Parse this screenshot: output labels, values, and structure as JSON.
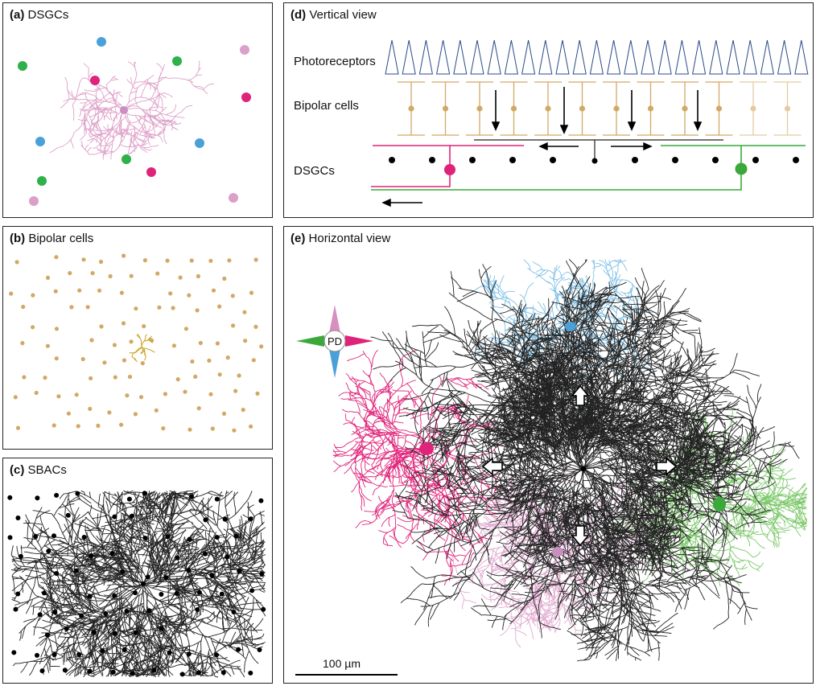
{
  "panels": {
    "a": {
      "letter": "(a)",
      "title": "DSGCs"
    },
    "b": {
      "letter": "(b)",
      "title": "Bipolar cells"
    },
    "c": {
      "letter": "(c)",
      "title": "SBACs"
    },
    "d": {
      "letter": "(d)",
      "title": "Vertical view",
      "row_labels": {
        "photoreceptors": "Photoreceptors",
        "bipolar": "Bipolar cells",
        "dsgcs": "DSGCs"
      }
    },
    "e": {
      "letter": "(e)",
      "title": "Horizontal view",
      "compass_label": "PD",
      "scale_bar": "100 µm"
    }
  },
  "colors": {
    "pink_dsgc": "#d88fbf",
    "magenta_dsgc": "#e0237a",
    "blue_dsgc": "#4aa0d8",
    "green_dsgc": "#3aa83a",
    "bipolar": "#d2a866",
    "sbac": "#111111",
    "photoreceptor": "#2c4a8a"
  },
  "cell_types": [
    "DSGC",
    "bipolar cell",
    "SBAC",
    "photoreceptor"
  ],
  "icons": [
    "direction-compass-icon",
    "outline-arrow-icon"
  ]
}
